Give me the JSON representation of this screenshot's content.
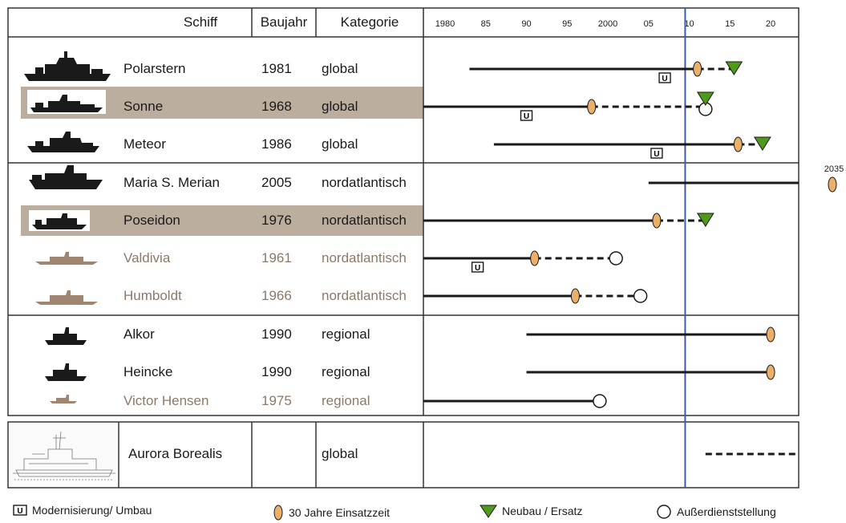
{
  "header": {
    "ship": "Schiff",
    "year": "Baujahr",
    "category": "Kategorie"
  },
  "chart_data": {
    "type": "timeline",
    "x_ticks": [
      "1980",
      "85",
      "90",
      "95",
      "2000",
      "05",
      "10",
      "15",
      "20"
    ],
    "xlim": [
      1977,
      2024
    ],
    "current_year_line": 2009.5,
    "outside_label": "2035",
    "ships": [
      {
        "name": "Polarstern",
        "built": "1981",
        "category": "global",
        "faded": false,
        "highlight": false,
        "line_start": 1983,
        "solid_end": 2011,
        "retire30": 2011,
        "dash_end": 2015.5,
        "new_build": 2015.5,
        "decommission": null,
        "modernization": 2007
      },
      {
        "name": "Sonne",
        "built": "1968",
        "category": "global",
        "faded": false,
        "highlight": true,
        "line_start": 1977,
        "solid_end": 1998,
        "retire30": 1998,
        "dash_end": 2012,
        "new_build": 2012,
        "decommission": 2012,
        "modernization": 1990
      },
      {
        "name": "Meteor",
        "built": "1986",
        "category": "global",
        "faded": false,
        "highlight": false,
        "line_start": 1986,
        "solid_end": 2016,
        "retire30": 2016,
        "dash_end": 2019,
        "new_build": 2019,
        "decommission": null,
        "modernization": 2006
      },
      {
        "name": "Maria S. Merian",
        "built": "2005",
        "category": "nordatlantisch",
        "faded": false,
        "highlight": false,
        "line_start": 2005,
        "solid_end": 2024,
        "retire30": null,
        "dash_end": null,
        "new_build": null,
        "decommission": null,
        "modernization": null
      },
      {
        "name": "Poseidon",
        "built": "1976",
        "category": "nordatlantisch",
        "faded": false,
        "highlight": true,
        "line_start": 1977,
        "solid_end": 2006,
        "retire30": 2006,
        "dash_end": 2012,
        "new_build": 2012,
        "decommission": null,
        "modernization": null
      },
      {
        "name": "Valdivia",
        "built": "1961",
        "category": "nordatlantisch",
        "faded": true,
        "highlight": false,
        "line_start": 1977,
        "solid_end": 1991,
        "retire30": 1991,
        "dash_end": 2001,
        "new_build": null,
        "decommission": 2001,
        "modernization": 1984
      },
      {
        "name": "Humboldt",
        "built": "1966",
        "category": "nordatlantisch",
        "faded": true,
        "highlight": false,
        "line_start": 1977,
        "solid_end": 1996,
        "retire30": 1996,
        "dash_end": 2004,
        "new_build": null,
        "decommission": 2004,
        "modernization": null
      },
      {
        "name": "Alkor",
        "built": "1990",
        "category": "regional",
        "faded": false,
        "highlight": false,
        "line_start": 1990,
        "solid_end": 2020,
        "retire30": 2020,
        "dash_end": null,
        "new_build": null,
        "decommission": null,
        "modernization": null
      },
      {
        "name": "Heincke",
        "built": "1990",
        "category": "regional",
        "faded": false,
        "highlight": false,
        "line_start": 1990,
        "solid_end": 2020,
        "retire30": 2020,
        "dash_end": null,
        "new_build": null,
        "decommission": null,
        "modernization": null
      },
      {
        "name": "Victor Hensen",
        "built": "1975",
        "category": "regional",
        "faded": true,
        "highlight": false,
        "line_start": 1977,
        "solid_end": 1999,
        "retire30": null,
        "dash_end": null,
        "new_build": null,
        "decommission": 1999,
        "modernization": null
      },
      {
        "name": "Aurora Borealis",
        "built": "",
        "category": "global",
        "faded": false,
        "highlight": false,
        "line_start": null,
        "solid_end": null,
        "retire30": null,
        "dash_end": 2024,
        "dash_start": 2012,
        "new_build": null,
        "decommission": null,
        "modernization": null
      }
    ]
  },
  "legend": {
    "modernization": "Modernisierung/ Umbau",
    "retire30": "30 Jahre Einsatzzeit",
    "new_build": "Neubau / Ersatz",
    "decommission": "Außerdienststellung"
  },
  "colors": {
    "retire30": "#eab06a",
    "new_build": "#4f9a1a",
    "current_line": "#3e5aa8",
    "highlight": "#bcae9e"
  }
}
